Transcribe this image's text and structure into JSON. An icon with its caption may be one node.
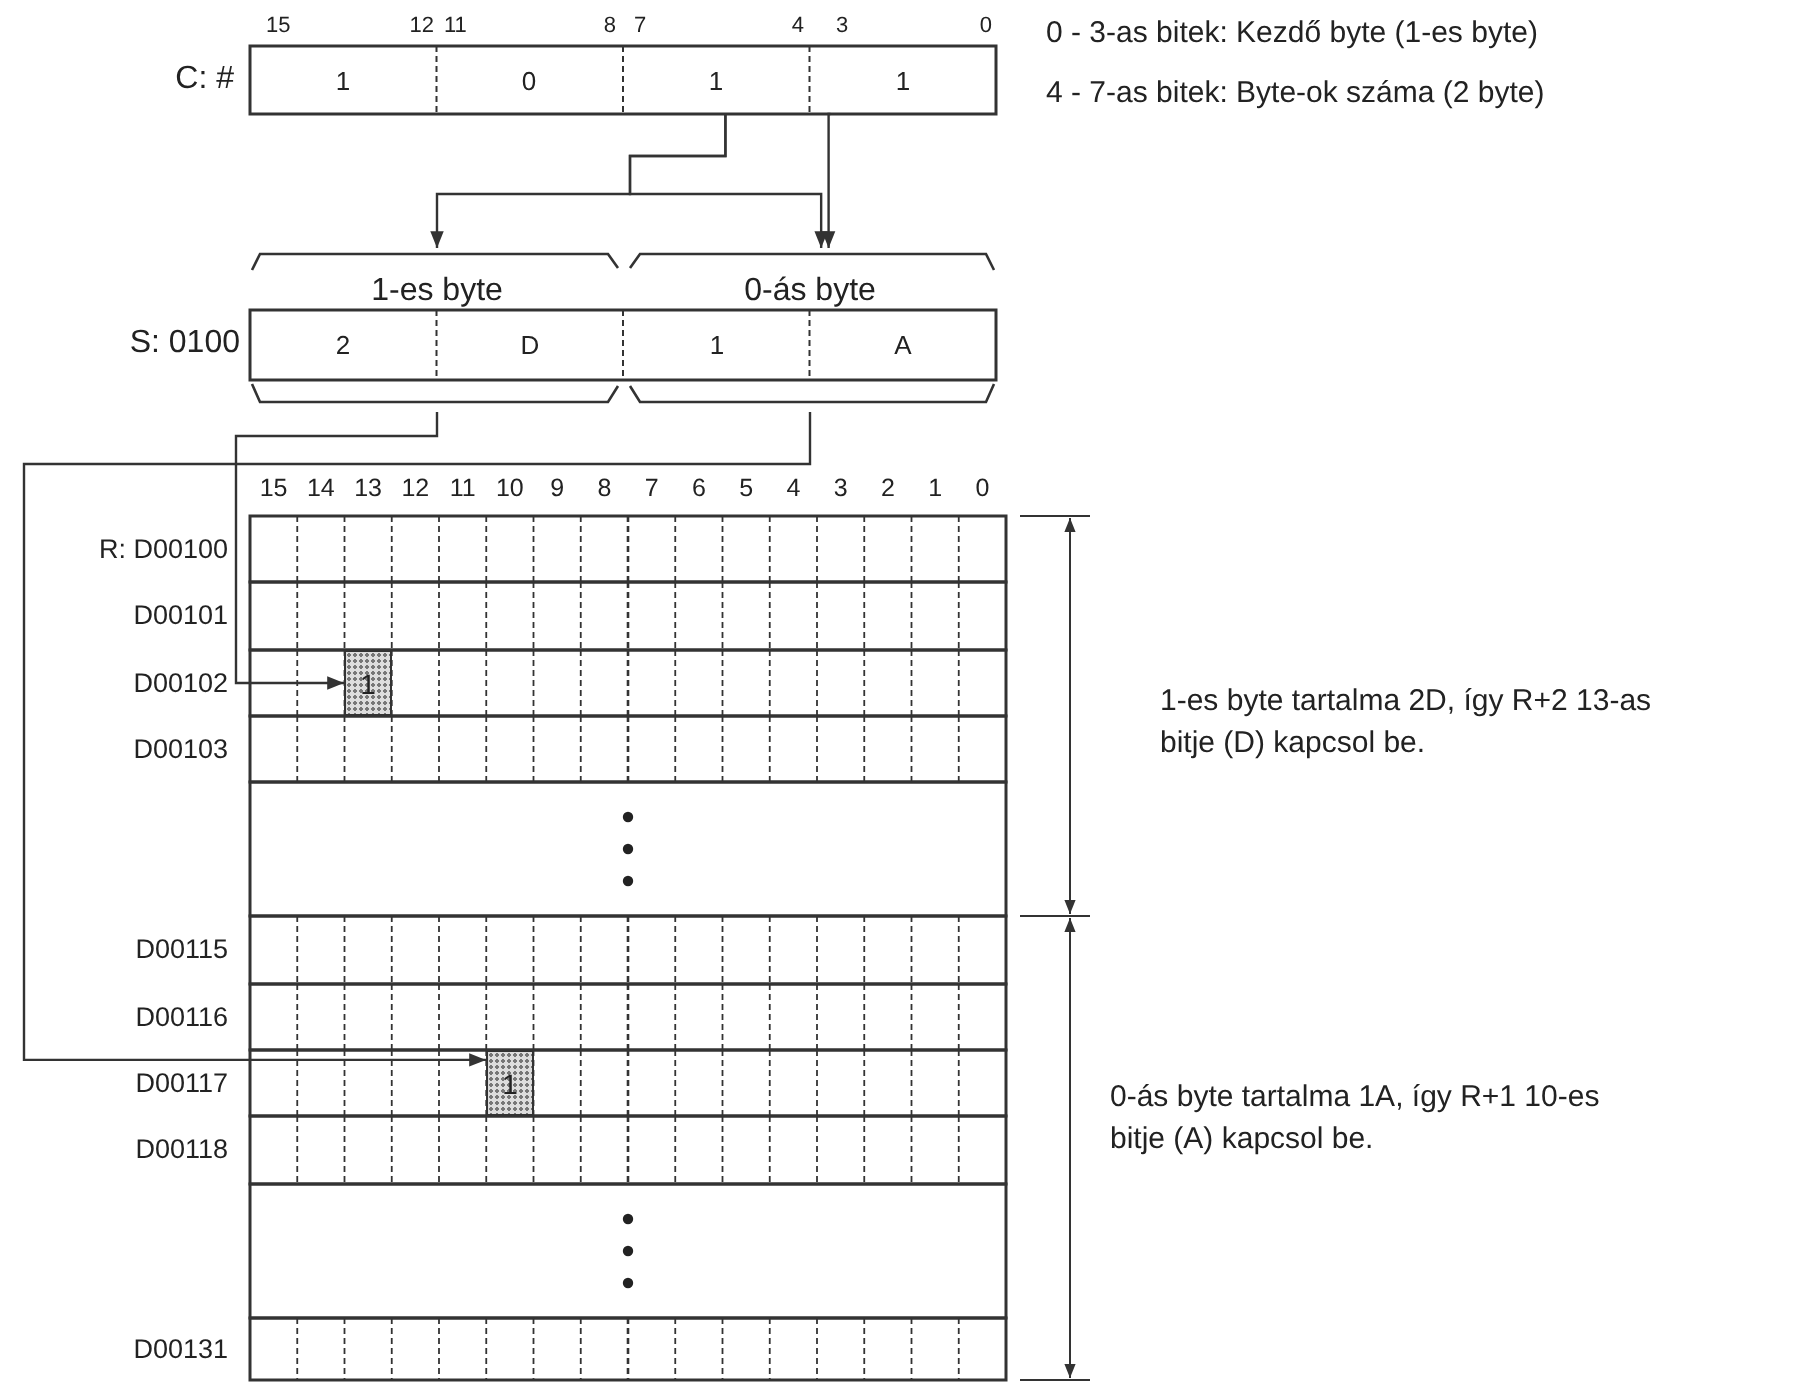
{
  "diagram": {
    "nodes": [
      {
        "text": [
          "1"
        ]
      },
      {
        "text": [
          "0"
        ]
      },
      {
        "text": [
          "1"
        ]
      },
      {
        "text": [
          "1"
        ]
      },
      {
        "text": [
          "1-es byte"
        ]
      },
      {
        "text": [
          "2"
        ],
        "in": 4
      },
      {
        "text": [
          "D"
        ],
        "in": 4
      },
      {
        "text": [
          "0-ás byte"
        ]
      },
      {
        "text": [
          "1"
        ],
        "in": 7
      },
      {
        "text": [
          "A"
        ],
        "in": 7
      },
      {
        "text": [
          "1"
        ]
      },
      {
        "text": [
          "1"
        ]
      }
    ],
    "edges": [
      {
        "from": 2,
        "to": 4,
        "arrow": "to"
      },
      {
        "from": 2,
        "to": 7,
        "arrow": "to"
      },
      {
        "from": 3,
        "to": 7,
        "arrow": "to"
      },
      {
        "from": 4,
        "to": 10,
        "arrow": "to"
      },
      {
        "from": 7,
        "to": 11,
        "arrow": "to"
      }
    ],
    "labels": [
      "15",
      "12",
      "11",
      "8",
      "7",
      "4",
      "3",
      "0",
      "C: #",
      "0 - 3-as bitek: Kezdő byte (1-es byte)",
      "4 - 7-as bitek: Byte-ok száma (2 byte)",
      "S: 0100",
      "15",
      "14",
      "13",
      "12",
      "11",
      "10",
      "9",
      "8",
      "7",
      "6",
      "5",
      "4",
      "3",
      "2",
      "1",
      "0",
      "R: D00100",
      "D00101",
      "D00102",
      "D00103",
      "1-es byte tartalma 2D, így R+2 13-as bitje (D) kapcsol be.",
      "D00115",
      "D00116",
      "D00117",
      "D00118",
      "0-ás byte tartalma 1A, így R+1 10-es bitje (A) kapcsol be.",
      "D00131"
    ]
  }
}
